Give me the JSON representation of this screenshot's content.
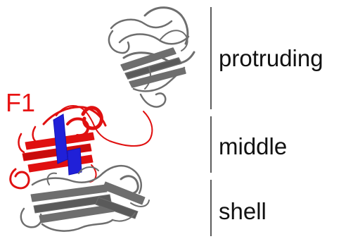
{
  "labels": {
    "protruding": "protruding",
    "middle": "middle",
    "shell": "shell",
    "f1": "F1"
  },
  "colors": {
    "shell_and_protruding_ribbon": "#6e6e6e",
    "f1_ribbon": "#e01010",
    "f1_label": "#e81414",
    "beta_strand_highlight": "#2020d8",
    "divider": "#333333",
    "text": "#111111"
  },
  "structure": {
    "protruding_domain": "protruding-domain-ribbon",
    "middle_domain": "middle-domain-ribbon",
    "shell_domain": "shell-domain-ribbon",
    "highlight": "blue-beta-strand"
  }
}
